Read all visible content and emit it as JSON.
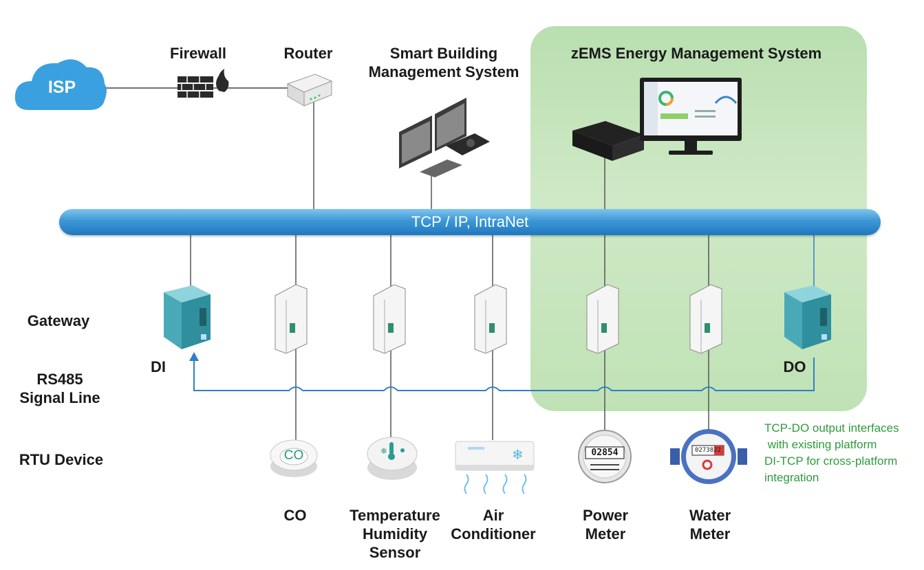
{
  "title": "zEMS  Energy Management System",
  "network": {
    "isp": "ISP",
    "firewall": "Firewall",
    "router": "Router",
    "sbms": "Smart Building\nManagement System",
    "bus": "TCP / IP, IntraNet"
  },
  "rows": {
    "gateway": "Gateway",
    "rs485": "RS485\nSignal Line",
    "rtu": "RTU Device"
  },
  "io": {
    "di": "DI",
    "do": "DO"
  },
  "devices": [
    {
      "name": "CO",
      "badge": "CO"
    },
    {
      "name": "Temperature\nHumidity\nSensor"
    },
    {
      "name": "Air\nConditioner"
    },
    {
      "name": "Power\nMeter",
      "reading": "02854"
    },
    {
      "name": "Water\nMeter",
      "reading": "0273822"
    }
  ],
  "note": {
    "lines": [
      "TCP-DO output interfaces",
      " with existing platform",
      "DI-TCP for cross-platform",
      "integration"
    ]
  },
  "colors": {
    "bus": "#2f8bd0",
    "zone": "#c6e6bc",
    "note": "#2e9a3b",
    "signal": "#2f7fc7",
    "line": "#555555"
  }
}
